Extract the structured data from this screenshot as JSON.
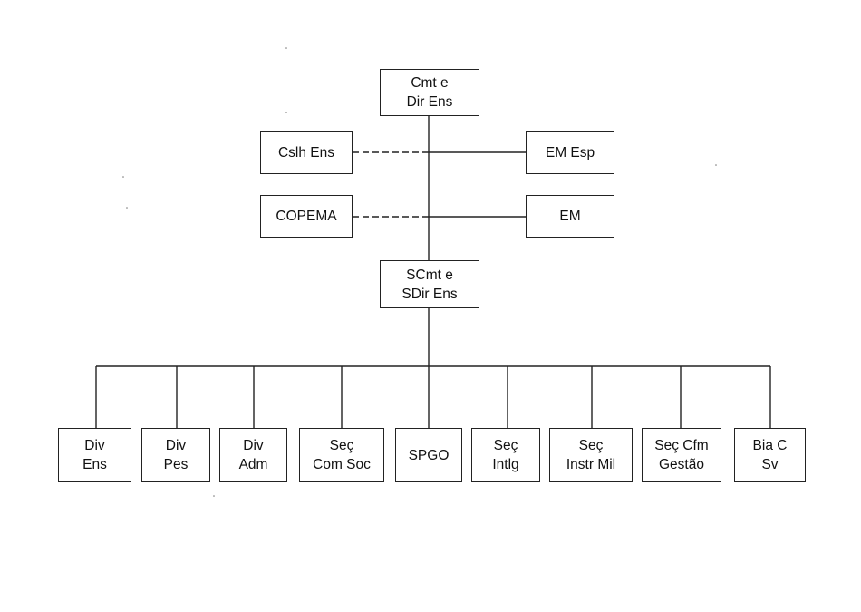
{
  "nodes": {
    "cmt": {
      "line1": "Cmt e",
      "line2": "Dir Ens"
    },
    "cslh": {
      "line1": "Cslh Ens"
    },
    "em_esp": {
      "line1": "EM Esp"
    },
    "copema": {
      "line1": "COPEMA"
    },
    "em": {
      "line1": "EM"
    },
    "scmt": {
      "line1": "SCmt e",
      "line2": "SDir Ens"
    },
    "div_ens": {
      "line1": "Div",
      "line2": "Ens"
    },
    "div_pes": {
      "line1": "Div",
      "line2": "Pes"
    },
    "div_adm": {
      "line1": "Div",
      "line2": "Adm"
    },
    "sec_com_soc": {
      "line1": "Seç",
      "line2": "Com Soc"
    },
    "spgo": {
      "line1": "SPGO"
    },
    "sec_intlg": {
      "line1": "Seç",
      "line2": "Intlg"
    },
    "sec_instr_mil": {
      "line1": "Seç",
      "line2": "Instr Mil"
    },
    "sec_cfm_gestao": {
      "line1": "Seç Cfm",
      "line2": "Gestão"
    },
    "bia_c_sv": {
      "line1": "Bia C",
      "line2": "Sv"
    }
  },
  "connections": [
    {
      "from": "cmt",
      "to": "scmt",
      "style": "solid"
    },
    {
      "from": "cmt",
      "to": "cslh",
      "style": "dashed"
    },
    {
      "from": "cmt",
      "to": "em_esp",
      "style": "solid"
    },
    {
      "from": "cmt",
      "to": "copema",
      "style": "dashed"
    },
    {
      "from": "cmt",
      "to": "em",
      "style": "solid"
    },
    {
      "from": "scmt",
      "to": "div_ens",
      "style": "solid"
    },
    {
      "from": "scmt",
      "to": "div_pes",
      "style": "solid"
    },
    {
      "from": "scmt",
      "to": "div_adm",
      "style": "solid"
    },
    {
      "from": "scmt",
      "to": "sec_com_soc",
      "style": "solid"
    },
    {
      "from": "scmt",
      "to": "spgo",
      "style": "solid"
    },
    {
      "from": "scmt",
      "to": "sec_intlg",
      "style": "solid"
    },
    {
      "from": "scmt",
      "to": "sec_instr_mil",
      "style": "solid"
    },
    {
      "from": "scmt",
      "to": "sec_cfm_gestao",
      "style": "solid"
    },
    {
      "from": "scmt",
      "to": "bia_c_sv",
      "style": "solid"
    }
  ],
  "colors": {
    "line": "#222222",
    "box_border": "#222222",
    "text": "#111111",
    "background": "#ffffff"
  }
}
